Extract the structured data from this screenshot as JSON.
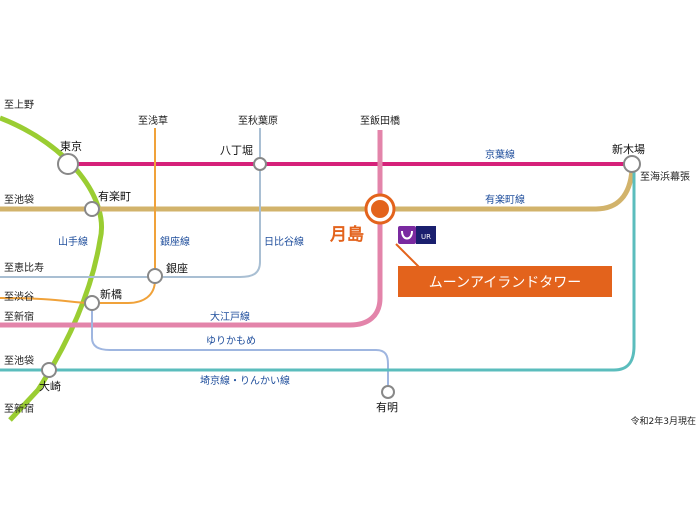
{
  "colors": {
    "keiyo": "#d6217a",
    "yurakucho": "#d2b36b",
    "oedo": "#d9478a",
    "yamanote": "#9acd32",
    "ginza": "#f0a23a",
    "hibiya": "#a9bfd3",
    "yurikamome": "#9fb6e0",
    "saikyo": "#5bbdbd",
    "azabu_pink": "#e384aa",
    "highlight": "#e3631c",
    "callout": "#e3631c",
    "logo": "#7a2aa0"
  },
  "directions": {
    "ueno": "至上野",
    "ikebukuro_top": "至池袋",
    "ebisu": "至恵比寿",
    "shibuya": "至渋谷",
    "shinjuku_oedo": "至新宿",
    "ikebukuro_bottom": "至池袋",
    "shinjuku_bottom": "至新宿",
    "asakusa": "至浅草",
    "akihabara": "至秋葉原",
    "iidabashi": "至飯田橋",
    "kaihinmakuhari": "至海浜幕張"
  },
  "stations": {
    "tokyo": "東京",
    "yurakucho": "有楽町",
    "ginza": "銀座",
    "shimbashi": "新橋",
    "osaki": "大崎",
    "hatchobori": "八丁堀",
    "tsukishima": "月島",
    "shinkiba": "新木場",
    "ariake": "有明"
  },
  "lines": {
    "keiyo": "京葉線",
    "yurakucho": "有楽町線",
    "yamanote": "山手線",
    "ginza": "銀座線",
    "hibiya": "日比谷線",
    "oedo": "大江戸線",
    "yurikamome": "ゆりかもめ",
    "saikyo_rinkai": "埼京線・りんかい線"
  },
  "property": {
    "name": "ムーンアイランドタワー",
    "logo_text": "UR"
  },
  "note": "令和2年3月現在"
}
